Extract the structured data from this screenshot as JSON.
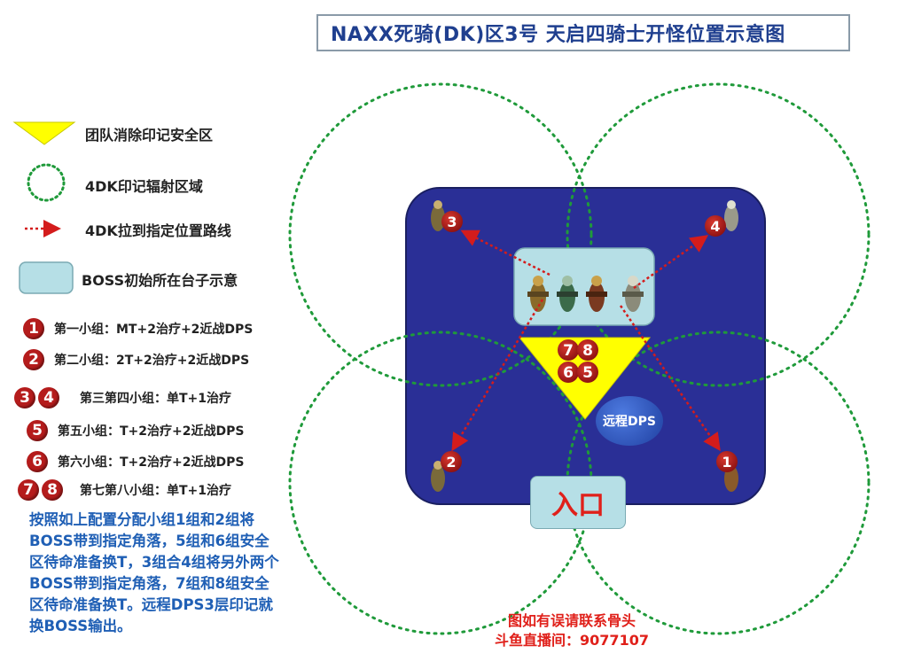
{
  "title": "NAXX死骑(DK)区3号 天启四骑士开怪位置示意图",
  "legend": [
    {
      "icon": "yellow-triangle-icon",
      "label": "团队消除印记安全区"
    },
    {
      "icon": "green-dotted-circle-icon",
      "label": "4DK印记辐射区域"
    },
    {
      "icon": "red-dotted-arrow-icon",
      "label": "4DK拉到指定位置路线"
    },
    {
      "icon": "teal-platform-icon",
      "label": "BOSS初始所在台子示意"
    }
  ],
  "groups": [
    {
      "badges": [
        "1"
      ],
      "text": "第一小组：MT+2治疗+2近战DPS"
    },
    {
      "badges": [
        "2"
      ],
      "text": "第二小组：2T+2治疗+2近战DPS"
    },
    {
      "badges": [
        "3",
        "4"
      ],
      "text": "第三第四小组：单T+1治疗"
    },
    {
      "badges": [
        "5"
      ],
      "text": "第五小组：T+2治疗+2近战DPS"
    },
    {
      "badges": [
        "6"
      ],
      "text": "第六小组：T+2治疗+2近战DPS"
    },
    {
      "badges": [
        "7",
        "8"
      ],
      "text": "第七第八小组：单T+1治疗"
    }
  ],
  "instructions": "按照如上配置分配小组1组和2组将BOSS带到指定角落，5组和6组安全区待命准备换T，3组合4组将另外两个BOSS带到指定角落，7组和8组安全区待命准备换T。远程DPS3层印记就换BOSS输出。",
  "map": {
    "corner_badges": [
      "3",
      "4",
      "2",
      "1"
    ],
    "safe_zone_badges": [
      "7",
      "8",
      "6",
      "5"
    ],
    "ranged_dps_label": "远程DPS",
    "entrance_label": "入口"
  },
  "contact": {
    "line1": "图如有误请联系骨头",
    "line2": "斗鱼直播间：9077107"
  },
  "colors": {
    "title_text": "#1f3f8f",
    "room_fill": "#2a2f96",
    "platform_fill": "#b6dfe6",
    "safe_zone_fill": "#ffff00",
    "radiation_circle": "#1f9a3a",
    "route_arrow": "#d41c1c",
    "badge_fill": "#b51c1c",
    "instructions_text": "#1f5fb5",
    "contact_text": "#e0201a"
  }
}
